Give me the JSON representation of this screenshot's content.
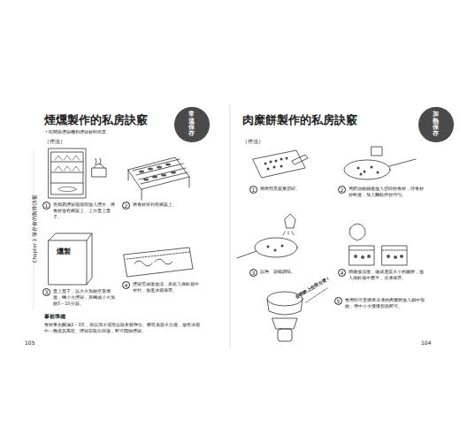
{
  "diagram": {
    "nodes": [
      {
        "text": [
          "常溫保存"
        ]
      },
      {
        "text": [
          "1"
        ]
      },
      {
        "text": [
          "2"
        ]
      },
      {
        "text": [
          "3"
        ]
      },
      {
        "text": [
          "4"
        ]
      },
      {
        "text": [
          "加熱保存"
        ]
      },
      {
        "text": [
          "1"
        ]
      },
      {
        "text": [
          "2"
        ]
      },
      {
        "text": [
          "3"
        ]
      },
      {
        "text": [
          "4"
        ]
      },
      {
        "text": [
          "5"
        ]
      }
    ],
    "labels": [
      "煙燻製作的私房訣竅",
      "＊時間依燻製機和燻製材料而異",
      "［作法］",
      "在簡易燻製箱底部放入燻片，將食材放在網架上，上方蓋上蓋子。",
      "將食材排列在網架上。",
      "燻製",
      "蓋上蓋子，以大火加熱至冒煙後，轉小火燻製，再轉成小火加熱5～10分鐘。",
      "燻製完成後放涼，再裝入保鮮袋中密封，放進冰箱保存。",
      "事前準備",
      "食材事先醃漬2～3天，再以清水浸泡去除多餘鹽分。擦乾表面水分後，放在冰箱中一晚使其風乾。燻製前取出回溫，即可開始燻製。",
      "Chapter 3 保存食的製作訣竅",
      "105",
      "肉糜餅製作的私房訣竅",
      "［作法］",
      "將肉類及蔬菜切碎。",
      "用奶油熱鍋後放入切碎的食材，待食材炒軟後，加入麵粉拌炒均勻。",
      "以鹽、胡椒調味。",
      "稍微放涼後，做成適當大小的圓餅，放入保鮮袋中壓平，冷凍保存。",
      "食用時可直接將冷凍的肉糜餅放入鍋中加熱，用中小火慢慢煎熟即可。",
      "在收納上也很方便！",
      "104"
    ]
  }
}
